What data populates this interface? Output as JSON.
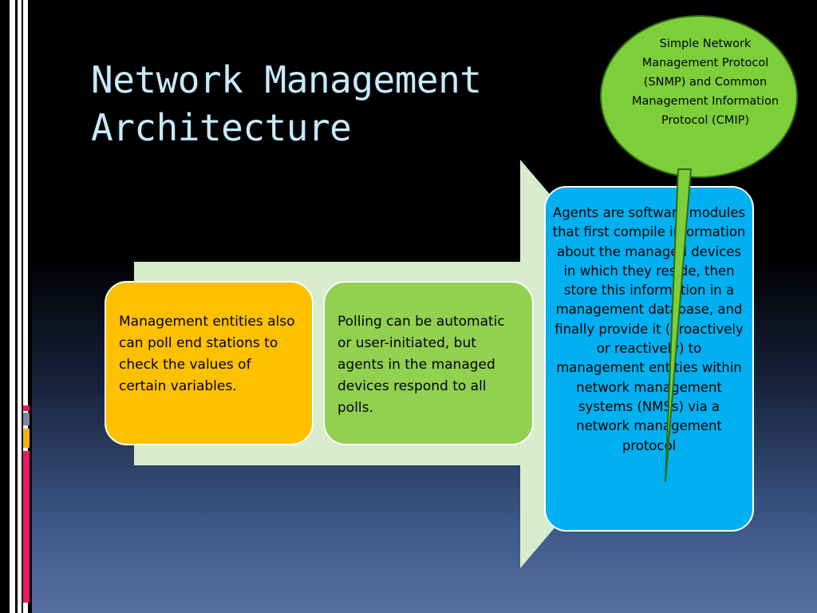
{
  "slide": {
    "title_lines": [
      "Network Management",
      "Architecture"
    ],
    "boxes": {
      "management_entities": "Management entities also can poll end stations to check the values of certain variables.",
      "polling": "Polling can be automatic or user-initiated, but agents in the managed devices respond to all polls.",
      "agents": "Agents are software modules that first compile information about the managed devices in which they reside, then store this information in a management database, and finally provide it (proactively or reactively) to management entities within network management systems (NMSs) via a network management protocol"
    },
    "callout": "Simple Network Management Protocol (SNMP) and Common Management Information Protocol (CMIP)"
  },
  "colors": {
    "title": "#c7eaff",
    "arrow_fill": "#d8ebcc",
    "orange_box": "#ffc000",
    "green_box": "#92d050",
    "blue_box": "#00b0f0",
    "callout": "#7dcf3a",
    "callout_border": "#2f6b12",
    "accent_pink": "#e8196d",
    "accent_gold": "#f0b400",
    "accent_gray": "#7a8a9a"
  }
}
